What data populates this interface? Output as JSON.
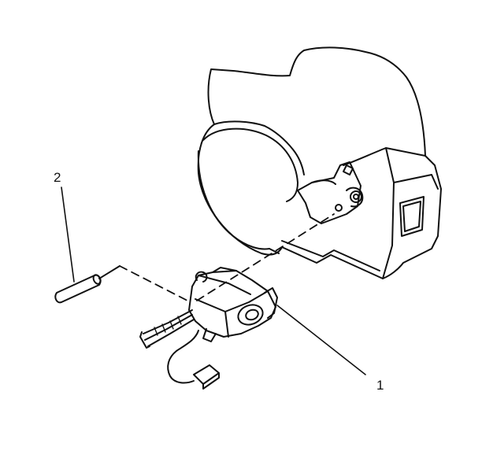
{
  "callouts": [
    {
      "id": "1",
      "label": "1",
      "part": "switch-assembly"
    },
    {
      "id": "2",
      "label": "2",
      "part": "pin"
    }
  ],
  "colors": {
    "stroke": "#111111",
    "background": "#ffffff"
  }
}
